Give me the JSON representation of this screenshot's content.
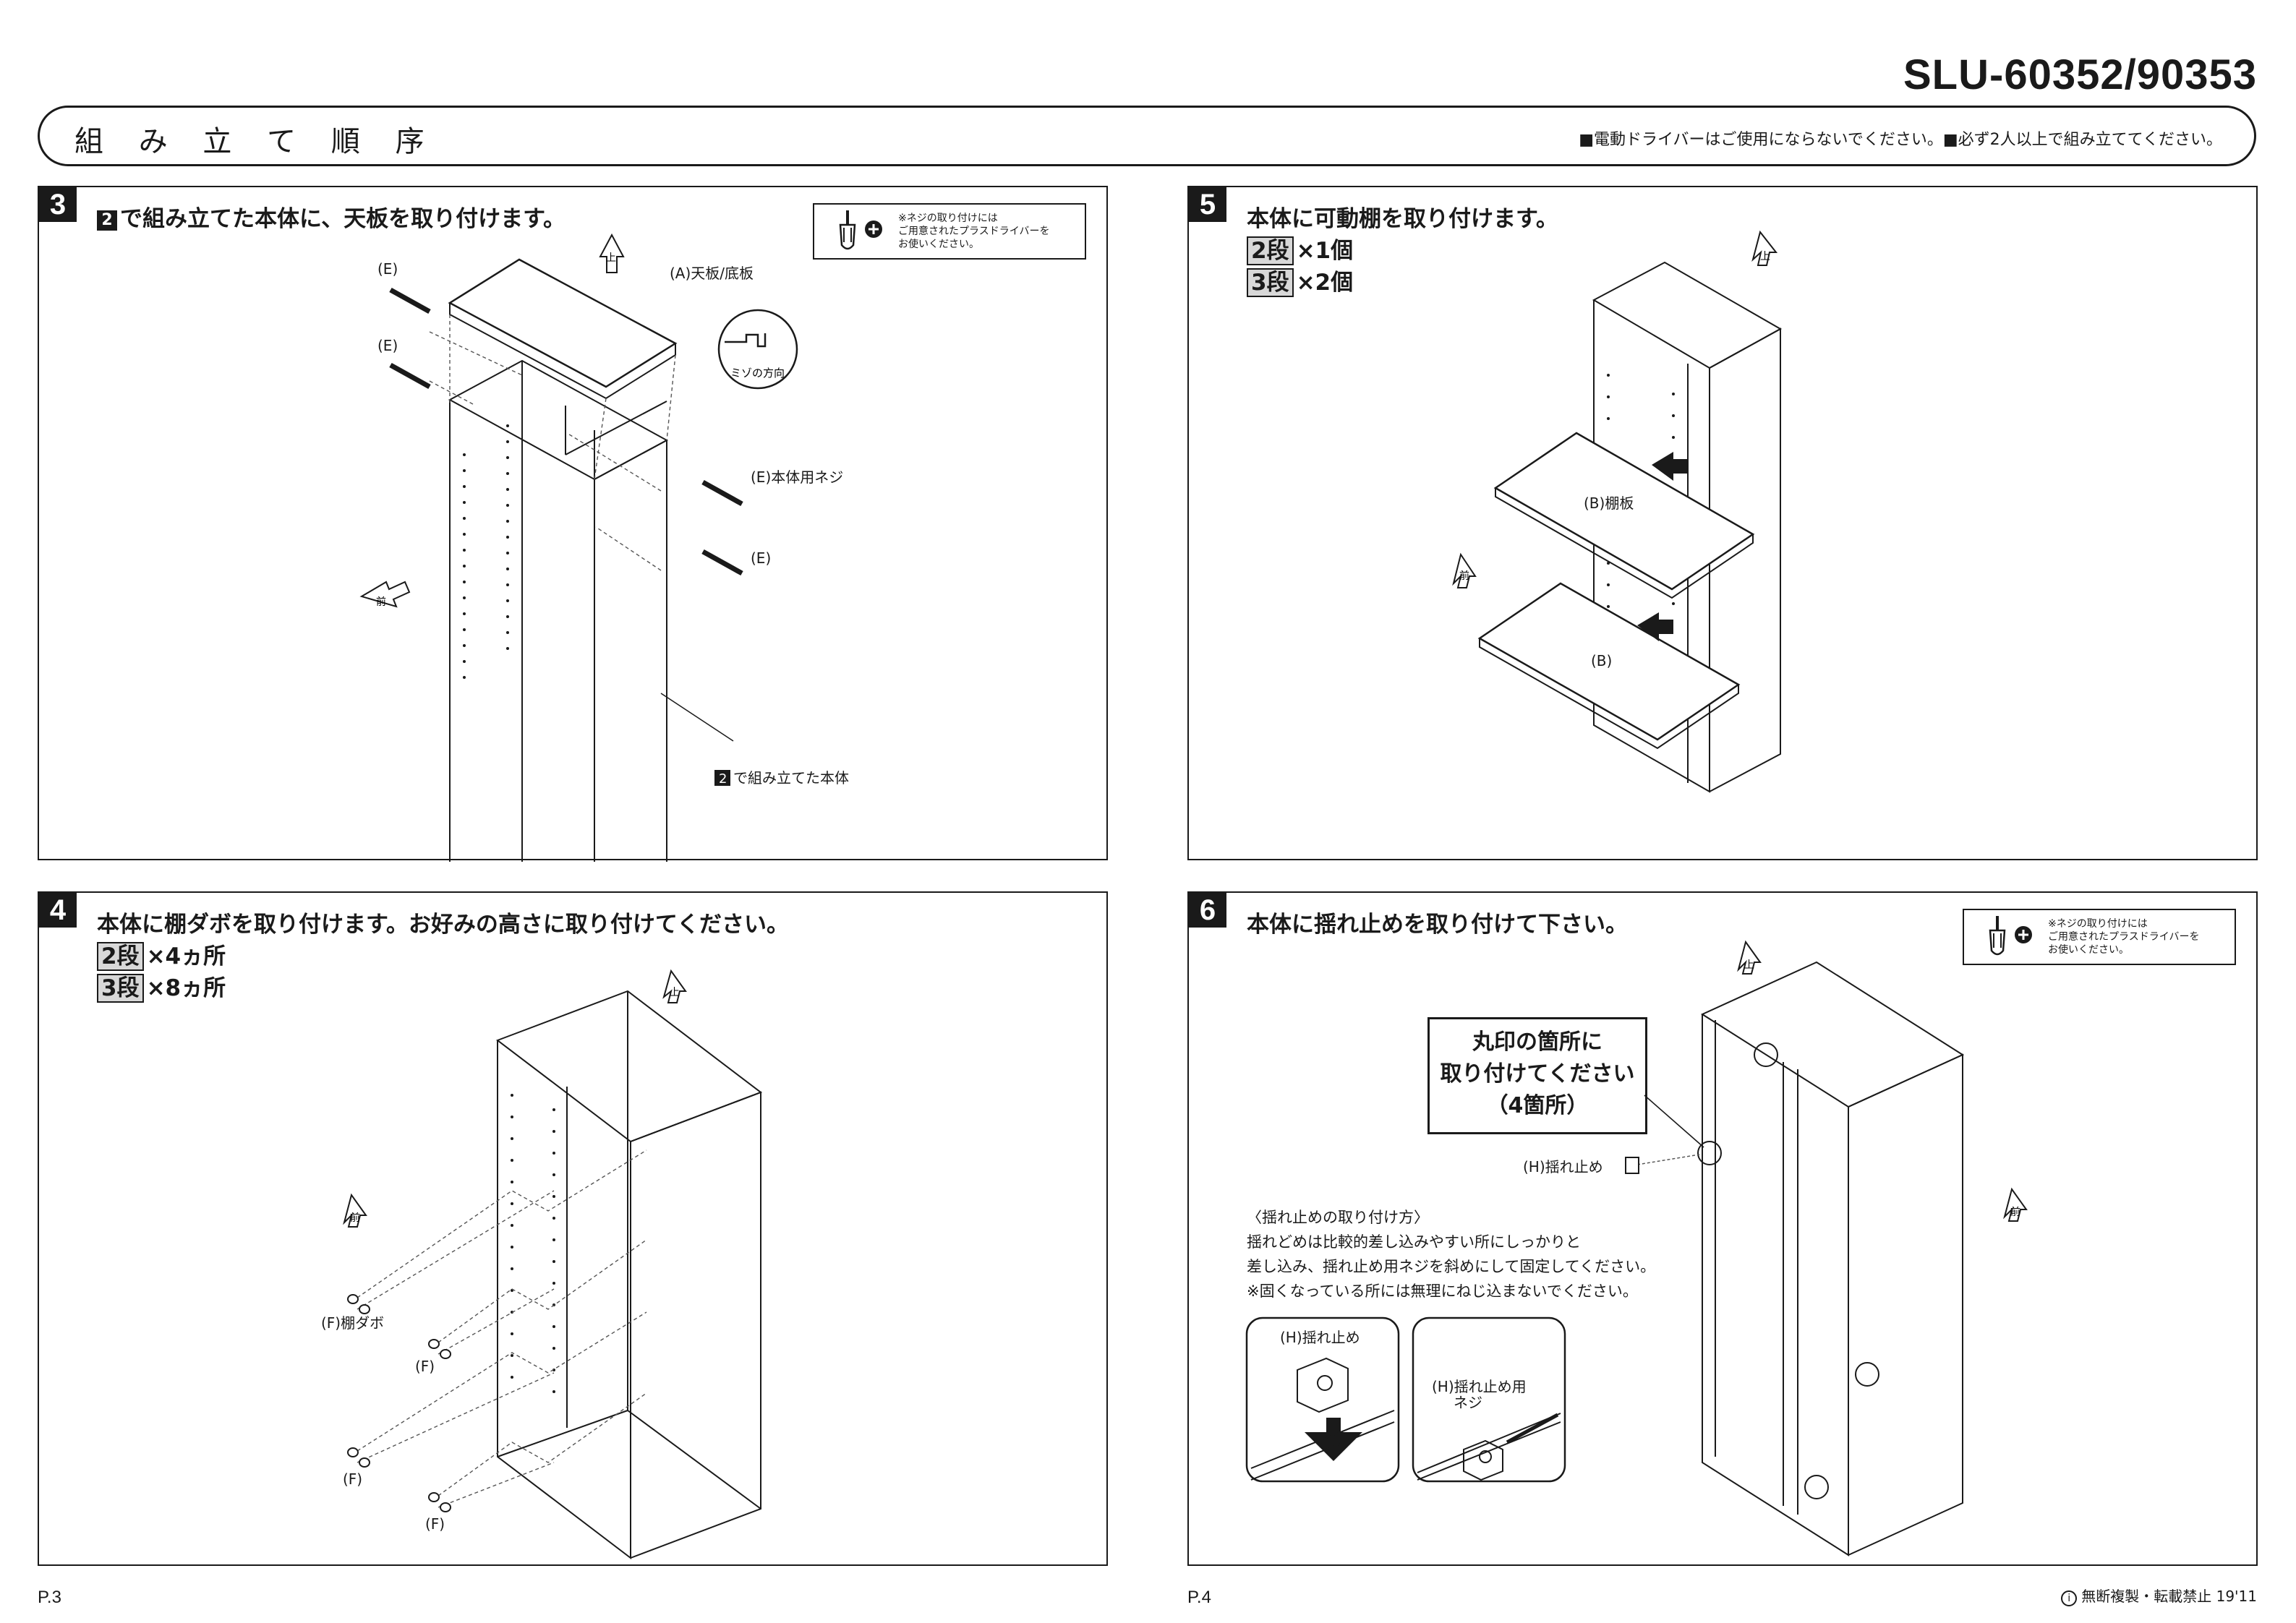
{
  "model": "SLU-60352/90353",
  "title": "組 み 立 て 順 序",
  "header_notes": "■電動ドライバーはご使用にならないでください。■必ず2人以上で組み立ててください。",
  "tip_text": "※ネジの取り付けには\nご用意されたプラスドライバーを\nお使いください。",
  "step3": {
    "number": "3",
    "heading": "で組み立てた本体に、天板を取り付けます。",
    "heading_ref": "2",
    "label_e": "(E)",
    "label_a": "(A)天板/底板",
    "groove": "ミゾの方向",
    "label_e_screw": "(E)本体用ネジ",
    "body_ref": "2",
    "body_label": "で組み立てた本体",
    "up": "上",
    "front": "前"
  },
  "step4": {
    "number": "4",
    "heading": "本体に棚ダボを取り付けます。お好みの高さに取り付けてください。",
    "qty": [
      {
        "box": "2段",
        "text": "×4ヵ所"
      },
      {
        "box": "3段",
        "text": "×8ヵ所"
      }
    ],
    "label_f_full": "(F)棚ダボ",
    "label_f": "(F)",
    "up": "上",
    "front": "前"
  },
  "step5": {
    "number": "5",
    "heading": "本体に可動棚を取り付けます。",
    "qty": [
      {
        "box": "2段",
        "text": "×1個"
      },
      {
        "box": "3段",
        "text": "×2個"
      }
    ],
    "label_b_full": "(B)棚板",
    "label_b": "(B)",
    "up": "上",
    "front": "前"
  },
  "step6": {
    "number": "6",
    "heading": "本体に揺れ止めを取り付けて下さい。",
    "callout": [
      "丸印の箇所に",
      "取り付けてください",
      "（4箇所）"
    ],
    "label_h": "(H)揺れ止め",
    "howto_title": "〈揺れ止めの取り付け方〉",
    "howto_lines": [
      "揺れどめは比較的差し込みやすい所にしっかりと",
      "差し込み、揺れ止め用ネジを斜めにして固定してください。",
      "※固くなっている所には無理にねじ込まないでください。"
    ],
    "inset_h": "(H)揺れ止め",
    "inset_screw_1": "(H)揺れ止め用",
    "inset_screw_2": "ネジ",
    "up": "上",
    "front": "前"
  },
  "footer": {
    "page_left": "P.3",
    "page_right": "P.4",
    "copyright": "無断複製・転載禁止 19'11"
  }
}
